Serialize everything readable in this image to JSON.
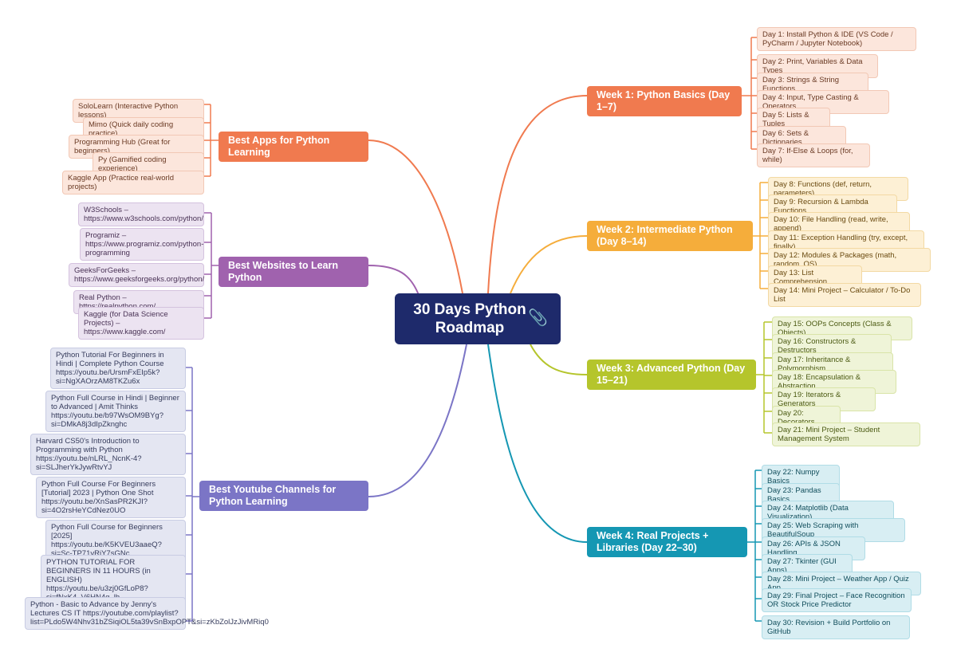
{
  "center": {
    "title": "30 Days Python Roadmap",
    "icon": "paperclip-icon"
  },
  "colors": {
    "center": "#1e2a6b",
    "week1": "#f07a4f",
    "week2": "#f5ad3b",
    "week3": "#b5c52c",
    "week4": "#1597b3",
    "apps": "#f07a4f",
    "websites": "#a062ae",
    "youtube": "#7b75c6"
  },
  "week1": {
    "title": "Week 1: Python Basics (Day 1–7)",
    "items": [
      "Day 1: Install Python & IDE (VS Code / PyCharm / Jupyter Notebook)",
      "Day 2: Print, Variables & Data Types",
      "Day 3: Strings & String Functions",
      "Day 4: Input, Type Casting & Operators",
      "Day 5: Lists & Tuples",
      "Day 6: Sets & Dictionaries",
      "Day 7: If-Else & Loops (for, while)"
    ]
  },
  "week2": {
    "title": "Week 2: Intermediate Python (Day 8–14)",
    "items": [
      "Day 8: Functions (def, return, parameters)",
      "Day 9: Recursion & Lambda Functions",
      "Day 10: File Handling (read, write, append)",
      "Day 11: Exception Handling (try, except, finally)",
      "Day 12: Modules & Packages (math, random, OS)",
      "Day 13: List Comprehension",
      "Day 14: Mini Project – Calculator / To-Do List"
    ]
  },
  "week3": {
    "title": "Week 3: Advanced Python (Day 15–21)",
    "items": [
      "Day 15: OOPs Concepts (Class & Objects)",
      "Day 16: Constructors & Destructors",
      "Day 17: Inheritance & Polymorphism",
      "Day 18: Encapsulation & Abstraction",
      "Day 19: Iterators & Generators",
      "Day 20: Decorators",
      "Day 21: Mini Project – Student Management System"
    ]
  },
  "week4": {
    "title": "Week 4: Real Projects + Libraries (Day 22–30)",
    "items": [
      "Day 22: Numpy Basics",
      "Day 23: Pandas Basics",
      "Day 24: Matplotlib (Data Visualization)",
      "Day 25: Web Scraping with BeautifulSoup",
      "Day 26: APIs & JSON Handling",
      "Day 27: Tkinter (GUI Apps)",
      "Day 28: Mini Project – Weather App / Quiz App",
      "Day 29: Final Project – Face Recognition OR Stock Price Predictor",
      "Day 30: Revision + Build Portfolio on GitHub"
    ]
  },
  "apps": {
    "title": "Best Apps for Python Learning",
    "items": [
      "SoloLearn (Interactive Python lessons)",
      "Mimo (Quick daily coding practice)",
      "Programming Hub (Great for beginners)",
      "Py (Gamified coding experience)",
      "Kaggle App (Practice real-world projects)"
    ]
  },
  "websites": {
    "title": "Best Websites to Learn Python",
    "items": [
      "W3Schools – https://www.w3schools.com/python/",
      "Programiz – https://www.programiz.com/python-programming",
      "GeeksForGeeks – https://www.geeksforgeeks.org/python/",
      "Real Python – https://realpython.com/",
      "Kaggle (for Data Science Projects) – https://www.kaggle.com/"
    ]
  },
  "youtube": {
    "title": "Best Youtube Channels for Python Learning",
    "items": [
      "Python Tutorial For Beginners in Hindi | Complete Python Course https://youtu.be/UrsmFxEIp5k?si=NgXAOrzAM8TKZu6x",
      "Python Full Course in Hindi | Beginner to Advanced | Amit Thinks https://youtu.be/b97WsOM9BYg?si=DMkA8j3dIpZknghc",
      "Harvard CS50's Introduction to Programming with Python https://youtu.be/nLRL_NcnK-4?si=SLJherYkJywRtvYJ",
      "Python Full Course For Beginners [Tutorial] 2023 | Python One Shot https://youtu.be/XnSasPR2KJI?si=4O2rsHeYCdNez0UO",
      "Python Full Course for Beginners [2025] https://youtu.be/K5KVEU3aaeQ?si=Sc-TP71vRjY7sGNc",
      "PYTHON TUTORIAL FOR BEGINNERS IN 11 HOURS (in ENGLISH) https://youtu.be/u3zj0GfLoP8?si=fNxK4_V6HN4q_lh",
      "Python - Basic to Advance by Jenny's Lectures CS IT https://youtube.com/playlist?list=PLdo5W4Nhv31bZSiqiOL5ta39vSnBxpOPT&si=zKbZolJzJivMRiq0"
    ]
  }
}
